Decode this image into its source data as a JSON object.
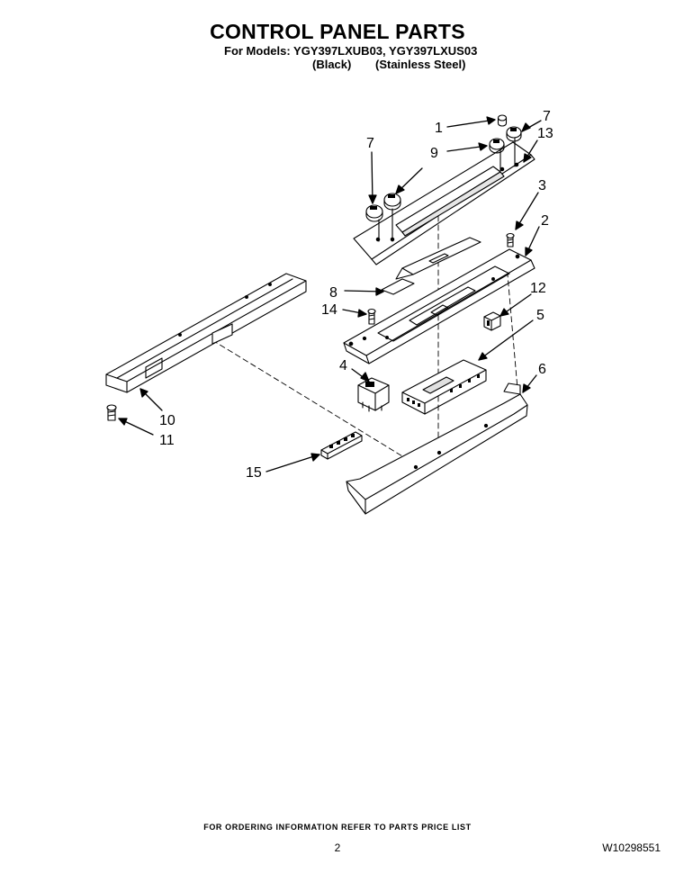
{
  "header": {
    "title": "CONTROL PANEL PARTS",
    "models_line": "For Models: YGY397LXUB03, YGY397LXUS03",
    "variants": [
      "(Black)",
      "(Stainless Steel)"
    ]
  },
  "callouts": {
    "c1": "1",
    "c7a": "7",
    "c7b": "7",
    "c9": "9",
    "c13": "13",
    "c3": "3",
    "c2": "2",
    "c8": "8",
    "c12": "12",
    "c14": "14",
    "c5": "5",
    "c4": "4",
    "c6": "6",
    "c10": "10",
    "c11": "11",
    "c15": "15"
  },
  "footer": {
    "ordering_note": "FOR ORDERING INFORMATION REFER TO PARTS PRICE LIST",
    "page_number": "2",
    "doc_number": "W10298551"
  }
}
